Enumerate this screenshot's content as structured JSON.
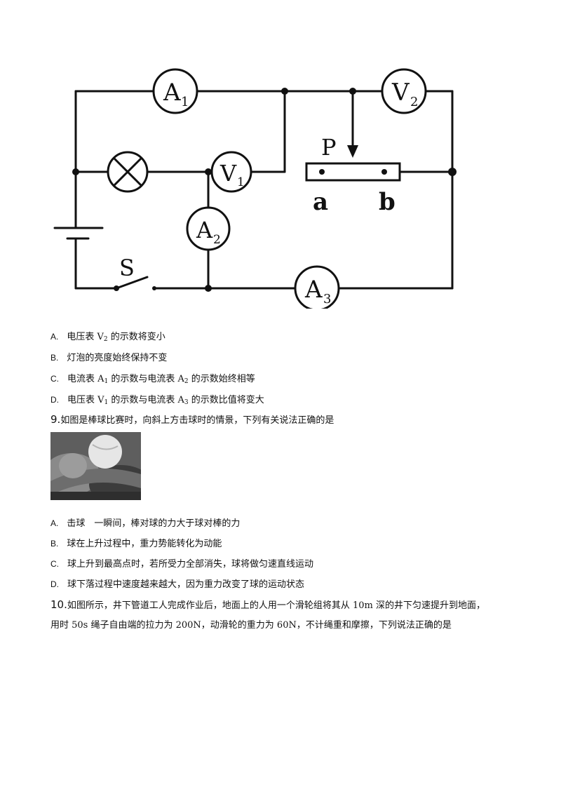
{
  "circuit": {
    "labels": {
      "A1": {
        "letter": "A",
        "sub": "1"
      },
      "A2": {
        "letter": "A",
        "sub": "2"
      },
      "A3": {
        "letter": "A",
        "sub": "3"
      },
      "V1": {
        "letter": "V",
        "sub": "1"
      },
      "V2": {
        "letter": "V",
        "sub": "2"
      },
      "P": "P",
      "a": "a",
      "b": "b",
      "S": "S"
    }
  },
  "q8": {
    "options": [
      {
        "letter": "A.",
        "pre": "电压表 V",
        "sub": "2",
        "post": " 的示数将变小"
      },
      {
        "letter": "B.",
        "text": "灯泡的亮度始终保持不变"
      },
      {
        "letter": "C.",
        "pre": "电流表 A",
        "sub": "1",
        "mid": " 的示数与电流表 A",
        "sub2": "2",
        "post": " 的示数始终相等"
      },
      {
        "letter": "D.",
        "pre": "电压表 V",
        "sub": "1",
        "mid": " 的示数与电流表 A",
        "sub2": "3",
        "post": " 的示数比值将变大"
      }
    ]
  },
  "q9": {
    "number": "9.",
    "stem": "如图是棒球比赛时，向斜上方击球时的情景，下列有关说法正确的是",
    "options": [
      {
        "letter": "A.",
        "text": "击球　一瞬间，棒对球的力大于球对棒的力"
      },
      {
        "letter": "B.",
        "text": "球在上升过程中，重力势能转化为动能"
      },
      {
        "letter": "C.",
        "text": "球上升到最高点时，若所受力全部消失，球将做匀速直线运动"
      },
      {
        "letter": "D.",
        "text": "球下落过程中速度越来越大，因为重力改变了球的运动状态"
      }
    ]
  },
  "q10": {
    "number": "10.",
    "stem_line1": "如图所示，井下管道工人完成作业后，地面上的人用一个滑轮组将其从 10m 深的井下匀速提升到地面，",
    "stem_line2": "用时 50s 绳子自由端的拉力为 200N，动滑轮的重力为 60N，不计绳重和摩擦，下列说法正确的是"
  }
}
